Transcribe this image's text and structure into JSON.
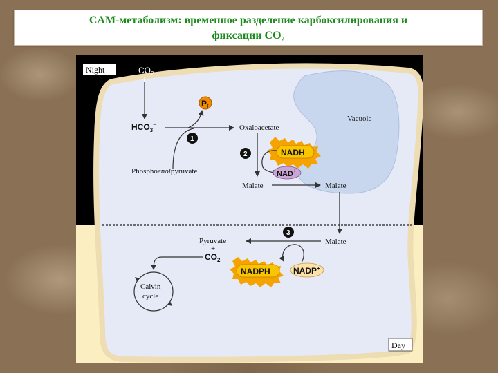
{
  "title": {
    "line1": "CAM-метаболизм: временное разделение карбоксилирования и",
    "line2_prefix": "фиксации СО",
    "line2_sub": "2"
  },
  "diagram": {
    "night_label": "Night",
    "day_label": "Day",
    "co2_in": "CO",
    "co2_in_sub": "2",
    "hco3": "HCO",
    "hco3_sub": "3",
    "hco3_sup": "−",
    "pi": "P",
    "pi_sub": "i",
    "pep_prefix": "Phospho",
    "pep_italic": "enol",
    "pep_suffix": "pyruvate",
    "oxaloacetate": "Oxaloacetate",
    "nadh": "NADH",
    "nad": "NAD",
    "nad_sup": "+",
    "malate_cyto": "Malate",
    "malate_vac": "Malate",
    "malate_day": "Malate",
    "vacuole": "Vacuole",
    "pyruvate": "Pyruvate",
    "plus": "+",
    "co2_out": "CO",
    "co2_out_sub": "2",
    "nadph": "NADPH",
    "nadp": "NADP",
    "nadp_sup": "+",
    "calvin_line1": "Calvin",
    "calvin_line2": "cycle",
    "step1": "1",
    "step2": "2",
    "step3": "3"
  },
  "colors": {
    "title_text": "#1c8a1c",
    "night_bg": "#000000",
    "day_bg": "#fbefc2",
    "cell_fill": "#e5eaf6",
    "cell_wall": "#eedcb2",
    "vacuole_fill": "#c8d6ee",
    "nadh_star": "#f5a300",
    "nad_fill": "#c9a6d6",
    "pi_fill": "#f08a00"
  }
}
